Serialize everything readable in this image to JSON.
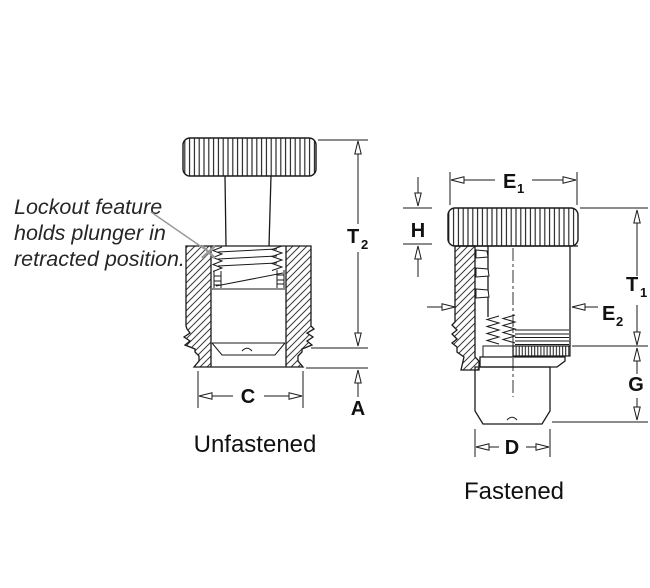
{
  "title": "Lockout plunger fastener technical drawing",
  "annotation": {
    "line1": "Lockout feature",
    "line2": "holds plunger in",
    "line3": "retracted position."
  },
  "captions": {
    "left": "Unfastened",
    "right": "Fastened"
  },
  "dims": {
    "t2": {
      "main": "T",
      "sub": "2"
    },
    "c": {
      "main": "C"
    },
    "a": {
      "main": "A"
    },
    "e1": {
      "main": "E",
      "sub": "1"
    },
    "h": {
      "main": "H"
    },
    "t1": {
      "main": "T",
      "sub": "1"
    },
    "e2": {
      "main": "E",
      "sub": "2"
    },
    "g": {
      "main": "G"
    },
    "d": {
      "main": "D"
    }
  },
  "colors": {
    "line": "#1a1a1a",
    "hatch": "#3a3a3a",
    "leader": "#999999",
    "text": "#111111",
    "background": "#ffffff"
  }
}
